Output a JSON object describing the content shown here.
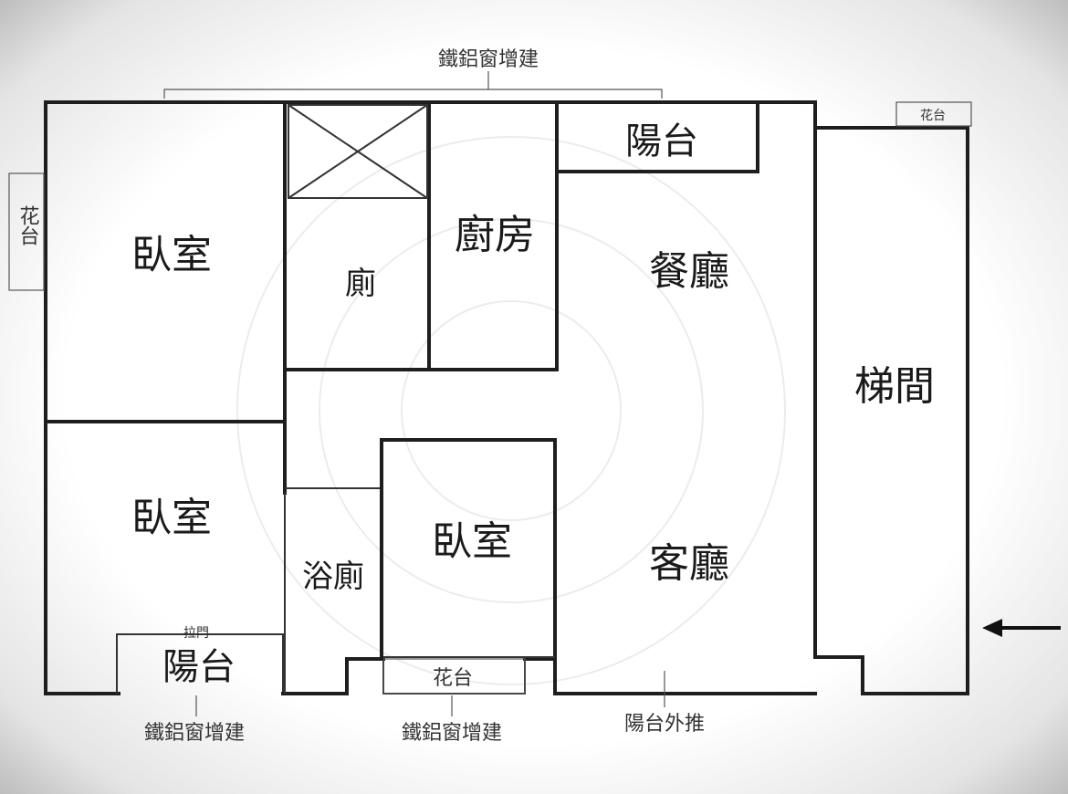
{
  "rooms": {
    "bedroom_nw": "臥室",
    "bedroom_sw": "臥室",
    "bedroom_center": "臥室",
    "toilet": "廁",
    "bath": "浴廁",
    "kitchen": "廚房",
    "dining": "餐廳",
    "living": "客廳",
    "stairwell": "梯間",
    "balcony_top": "陽台",
    "balcony_bottom": "陽台"
  },
  "notes": {
    "top_window": "鐵鋁窗增建",
    "left_planter": "花台",
    "right_planter": "花台",
    "bottom_planter": "花台",
    "sliding_door": "拉門",
    "bottom_left_window": "鐵鋁窗增建",
    "bottom_mid_window": "鐵鋁窗增建",
    "balcony_extended": "陽台外推"
  },
  "icons": {
    "entrance": "arrow-left-icon"
  }
}
